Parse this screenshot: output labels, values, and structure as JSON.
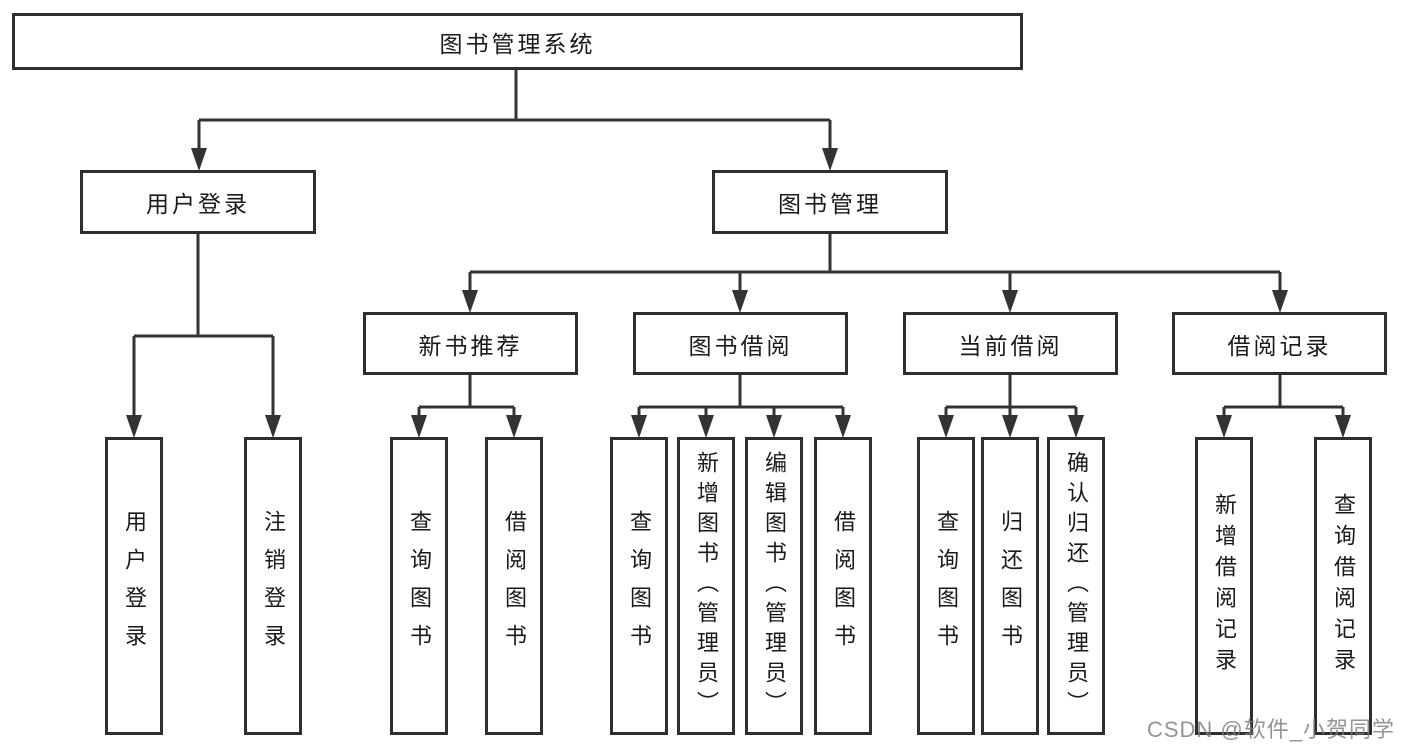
{
  "diagram": {
    "root_label": "图书管理系统",
    "level2": [
      {
        "label": "用户登录"
      },
      {
        "label": "图书管理"
      }
    ],
    "level3": [
      {
        "label": "新书推荐"
      },
      {
        "label": "图书借阅"
      },
      {
        "label": "当前借阅"
      },
      {
        "label": "借阅记录"
      }
    ],
    "leaves": {
      "user": [
        "用户登录",
        "注销登录"
      ],
      "recommend": [
        "查询图书",
        "借阅图书"
      ],
      "borrow": [
        "查询图书",
        "新增图书（管理员）",
        "编辑图书（管理员）",
        "借阅图书"
      ],
      "current": [
        "查询图书",
        "归还图书",
        "确认归还（管理员）"
      ],
      "records": [
        "新增借阅记录",
        "查询借阅记录"
      ]
    }
  },
  "watermark": {
    "text": "CSDN @软件_小贺同学",
    "color": "#7d7d7d"
  },
  "colors": {
    "line": "#333333",
    "box_border": "#2e2e2e",
    "text": "#1a1a1a",
    "background": "#ffffff"
  }
}
